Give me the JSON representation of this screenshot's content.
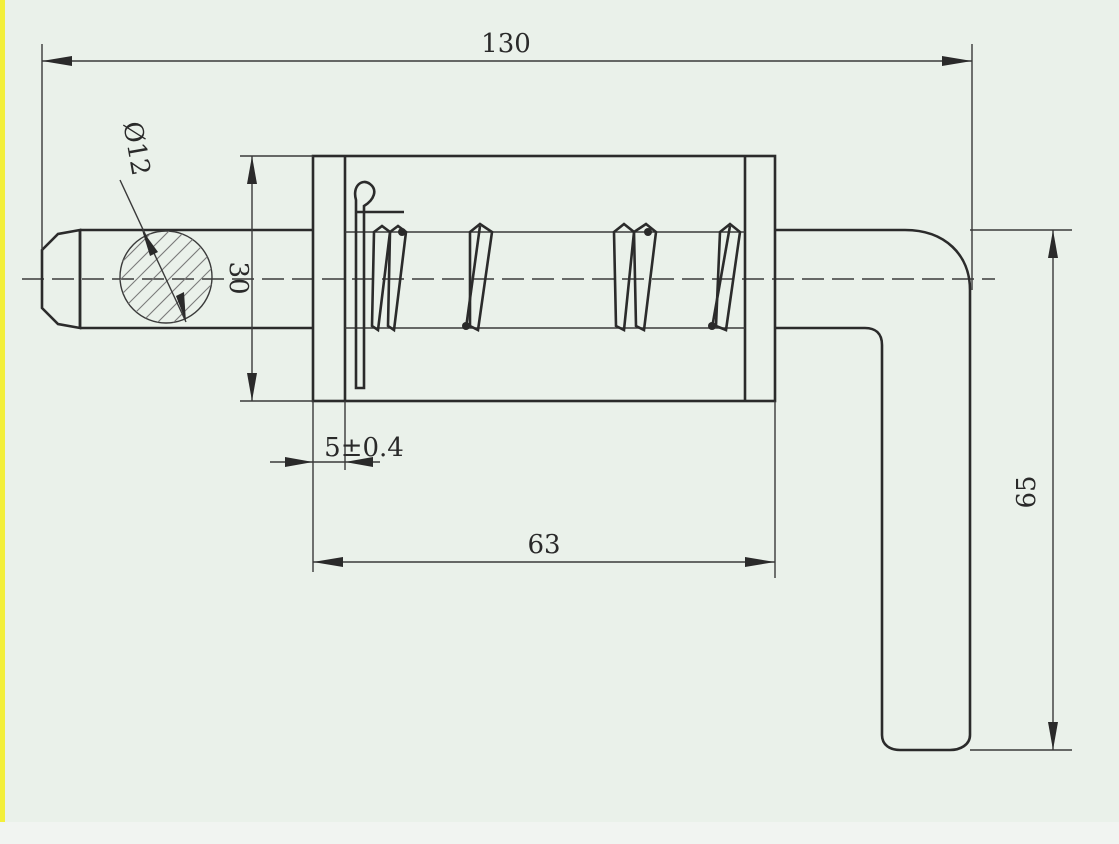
{
  "dimensions": {
    "overall_length": "130",
    "pin_diameter": "Ø12",
    "housing_height": "30",
    "flange_thickness": "5±0.4",
    "housing_length": "63",
    "handle_height": "65"
  },
  "colors": {
    "background": "#eaf1ea",
    "ink": "#2b2b2b",
    "border_yellow": "#f3ef3a"
  }
}
